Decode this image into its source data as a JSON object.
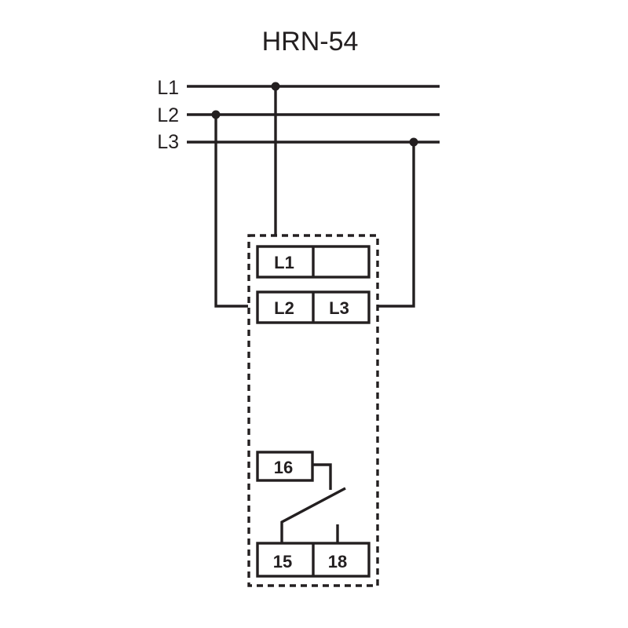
{
  "title": "HRN-54",
  "lines": [
    "L1",
    "L2",
    "L3"
  ],
  "terminals": {
    "top_row": [
      "L1",
      ""
    ],
    "middle_row": [
      "L2",
      "L3"
    ],
    "contact_16": "16",
    "bottom_row": [
      "15",
      "18"
    ]
  },
  "colors": {
    "ink": "#231f20",
    "background": "#ffffff"
  }
}
